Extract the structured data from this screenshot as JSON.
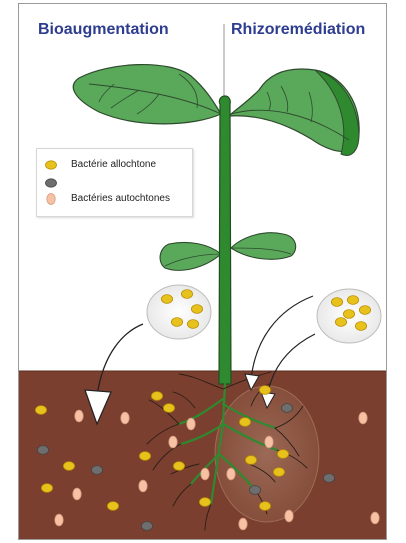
{
  "titles": {
    "left": "Bioaugmentation",
    "right": "Rhizoremédiation"
  },
  "legend": {
    "items": [
      {
        "label": "Bactérie allochtone",
        "icon": "yellow-bacterium-icon",
        "color": "#e7c21c"
      },
      {
        "label": "",
        "icon": "gray-bacterium-icon",
        "color": "#6e6e6e"
      },
      {
        "label": "Bactéries autochtones",
        "icon": "peach-bacterium-icon",
        "color": "#f7c2a4"
      }
    ]
  },
  "colors": {
    "soil": "#7a3f2e",
    "leaf": "#5aa85a",
    "stem": "#2f8a2f",
    "title": "#2e3d8f"
  }
}
